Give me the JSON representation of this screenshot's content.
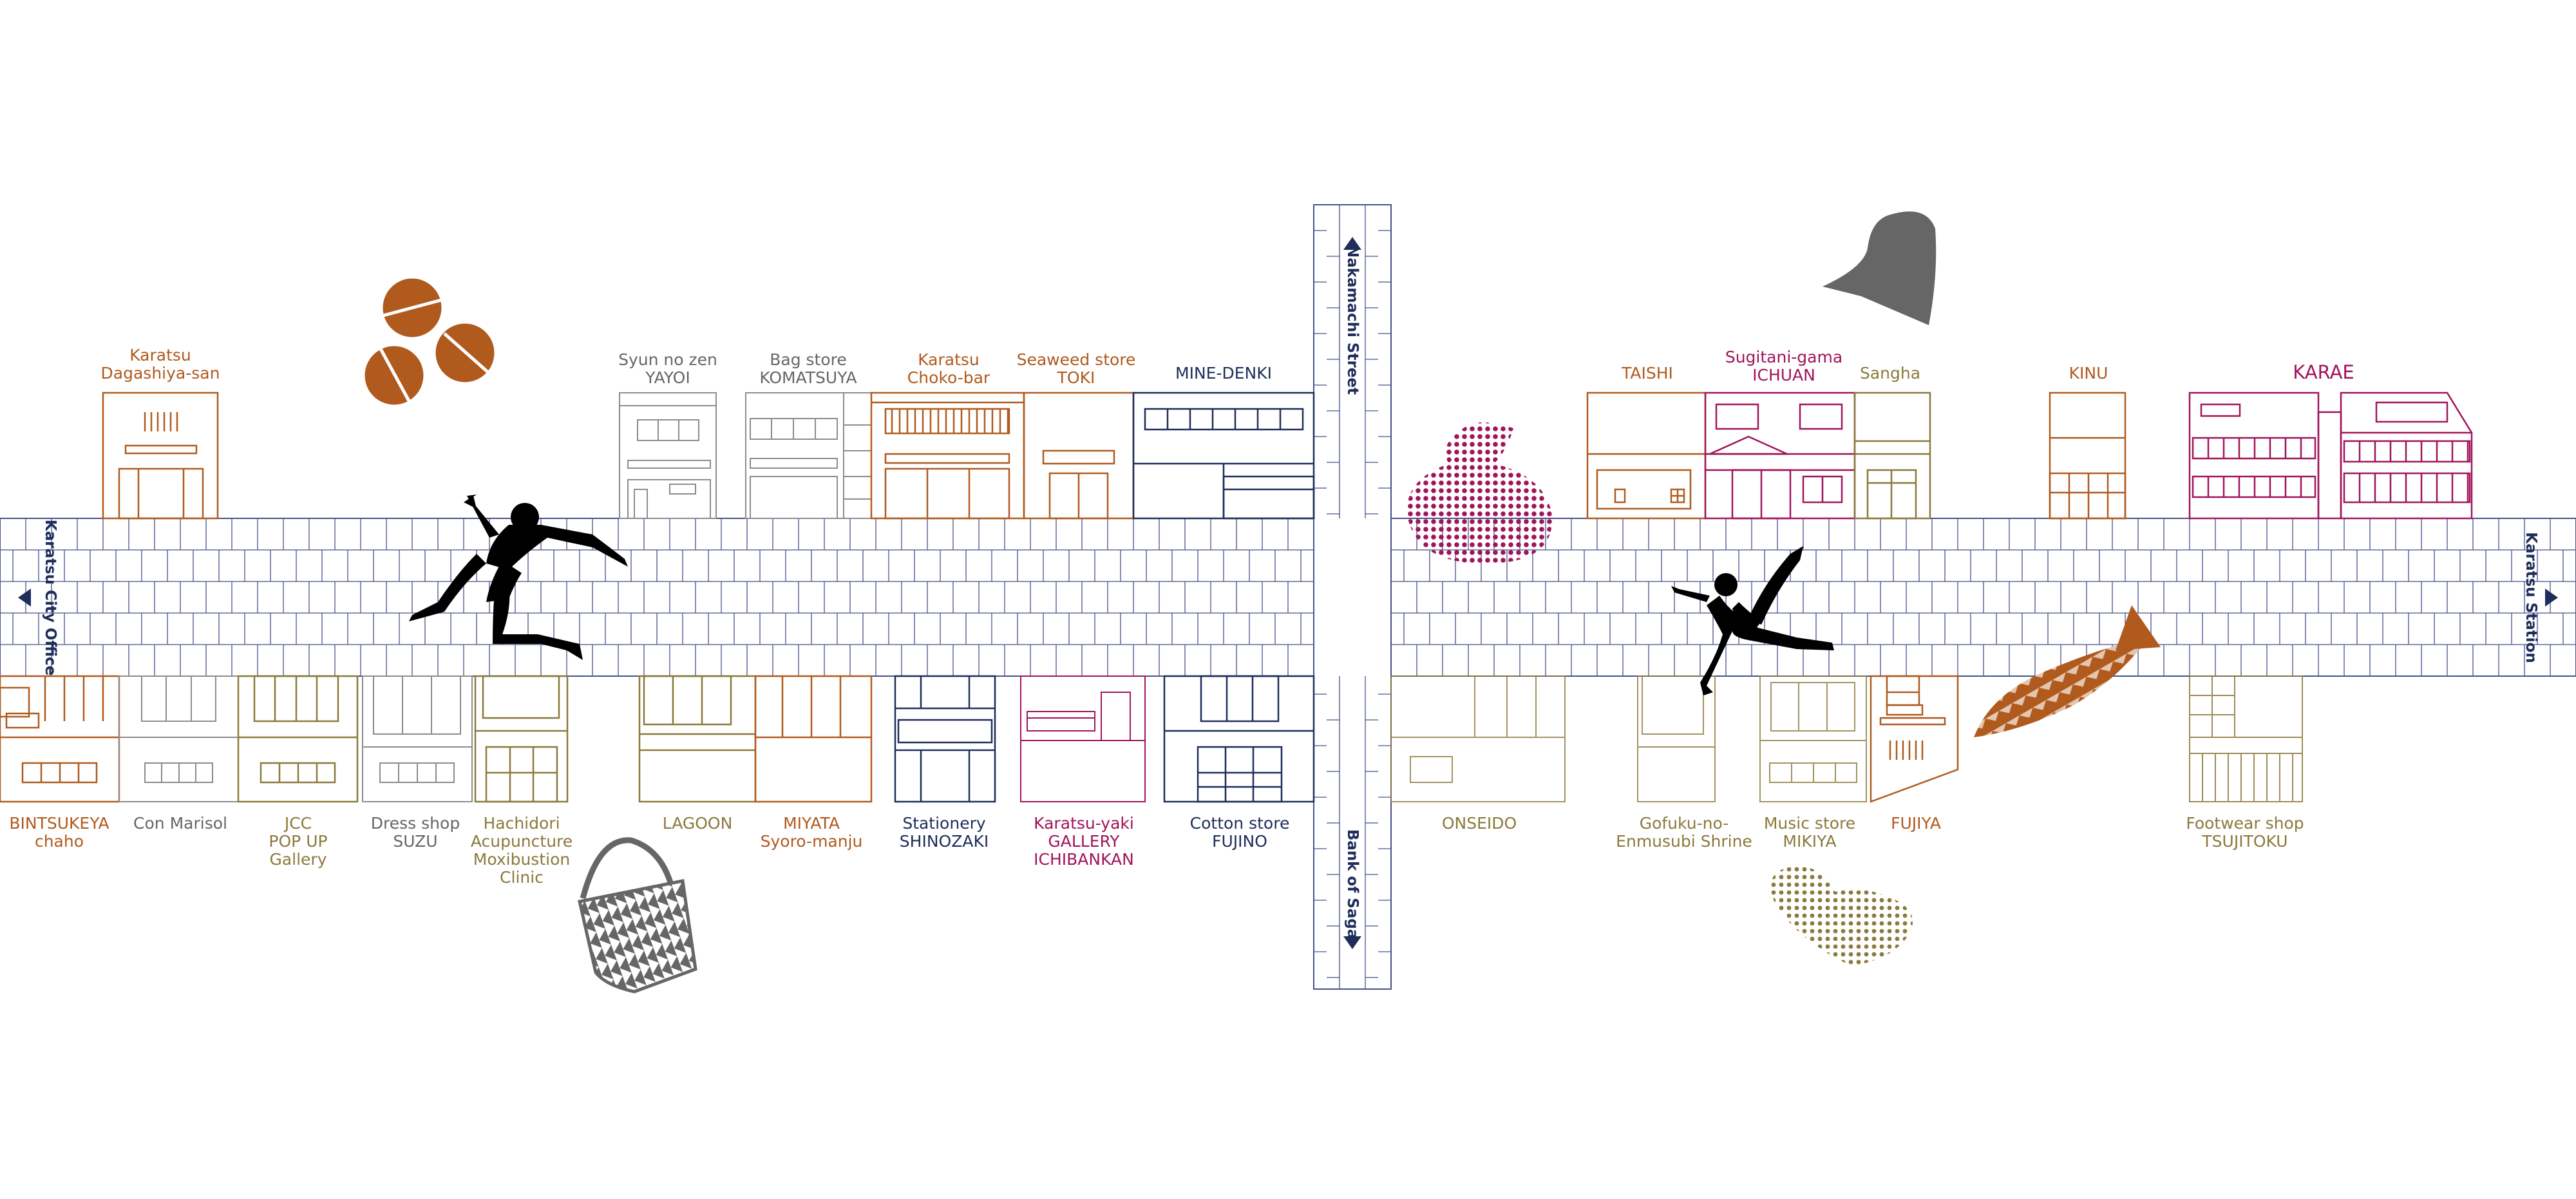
{
  "colors": {
    "navy": "#1e2d5a",
    "grid": "#46528a",
    "brown": "#b05a1e",
    "olive": "#8a7a3c",
    "grey": "#8c8c8c",
    "magenta": "#a0145a",
    "darkgrey": "#666666",
    "black": "#000000"
  },
  "streets": {
    "west": "Karatsu City Office",
    "east": "Karatsu Station",
    "north": "Nakamachi Street",
    "south": "Bank of Saga"
  },
  "shops_top": [
    {
      "lines": [
        "Karatsu",
        "Dagashiya-san"
      ],
      "color": "#b05a1e"
    },
    {
      "lines": [
        "Syun no zen",
        "YAYOI"
      ],
      "color": "#666666"
    },
    {
      "lines": [
        "Bag store",
        "KOMATSUYA"
      ],
      "color": "#666666"
    },
    {
      "lines": [
        "Karatsu",
        "Choko-bar"
      ],
      "color": "#b05a1e"
    },
    {
      "lines": [
        "Seaweed store",
        "TOKI"
      ],
      "color": "#b05a1e"
    },
    {
      "lines": [
        "MINE-DENKI"
      ],
      "color": "#1e2d5a"
    },
    {
      "lines": [
        "TAISHI"
      ],
      "color": "#b05a1e"
    },
    {
      "lines": [
        "Sugitani-gama",
        "ICHUAN"
      ],
      "color": "#a0145a"
    },
    {
      "lines": [
        "Sangha"
      ],
      "color": "#8a7a3c"
    },
    {
      "lines": [
        "KINU"
      ],
      "color": "#b05a1e"
    },
    {
      "lines": [
        "KARAE"
      ],
      "color": "#a0145a"
    }
  ],
  "shops_bottom": [
    {
      "lines": [
        "BINTSUKEYA",
        "chaho"
      ],
      "color": "#b05a1e"
    },
    {
      "lines": [
        "Con Marisol"
      ],
      "color": "#666666"
    },
    {
      "lines": [
        "JCC",
        "POP UP",
        "Gallery"
      ],
      "color": "#8a7a3c"
    },
    {
      "lines": [
        "Dress shop",
        "SUZU"
      ],
      "color": "#666666"
    },
    {
      "lines": [
        "Hachidori",
        "Acupuncture",
        "Moxibustion",
        "Clinic"
      ],
      "color": "#8a7a3c"
    },
    {
      "lines": [
        "LAGOON"
      ],
      "color": "#8a7a3c"
    },
    {
      "lines": [
        "MIYATA",
        "Syoro-manju"
      ],
      "color": "#b05a1e"
    },
    {
      "lines": [
        "Stationery",
        "SHINOZAKI"
      ],
      "color": "#1e2d5a"
    },
    {
      "lines": [
        "Karatsu-yaki",
        "GALLERY",
        "ICHIBANKAN"
      ],
      "color": "#a0145a"
    },
    {
      "lines": [
        "Cotton store",
        "FUJINO"
      ],
      "color": "#1e2d5a"
    },
    {
      "lines": [
        "ONSEIDO"
      ],
      "color": "#8a7a3c"
    },
    {
      "lines": [
        "Gofuku-no-",
        "Enmusubi Shrine"
      ],
      "color": "#8a7a3c"
    },
    {
      "lines": [
        "Music store",
        "MIKIYA"
      ],
      "color": "#8a7a3c"
    },
    {
      "lines": [
        "FUJIYA"
      ],
      "color": "#b05a1e"
    },
    {
      "lines": [
        "Footwear shop",
        "TSUJITOKU"
      ],
      "color": "#8a7a3c"
    }
  ]
}
